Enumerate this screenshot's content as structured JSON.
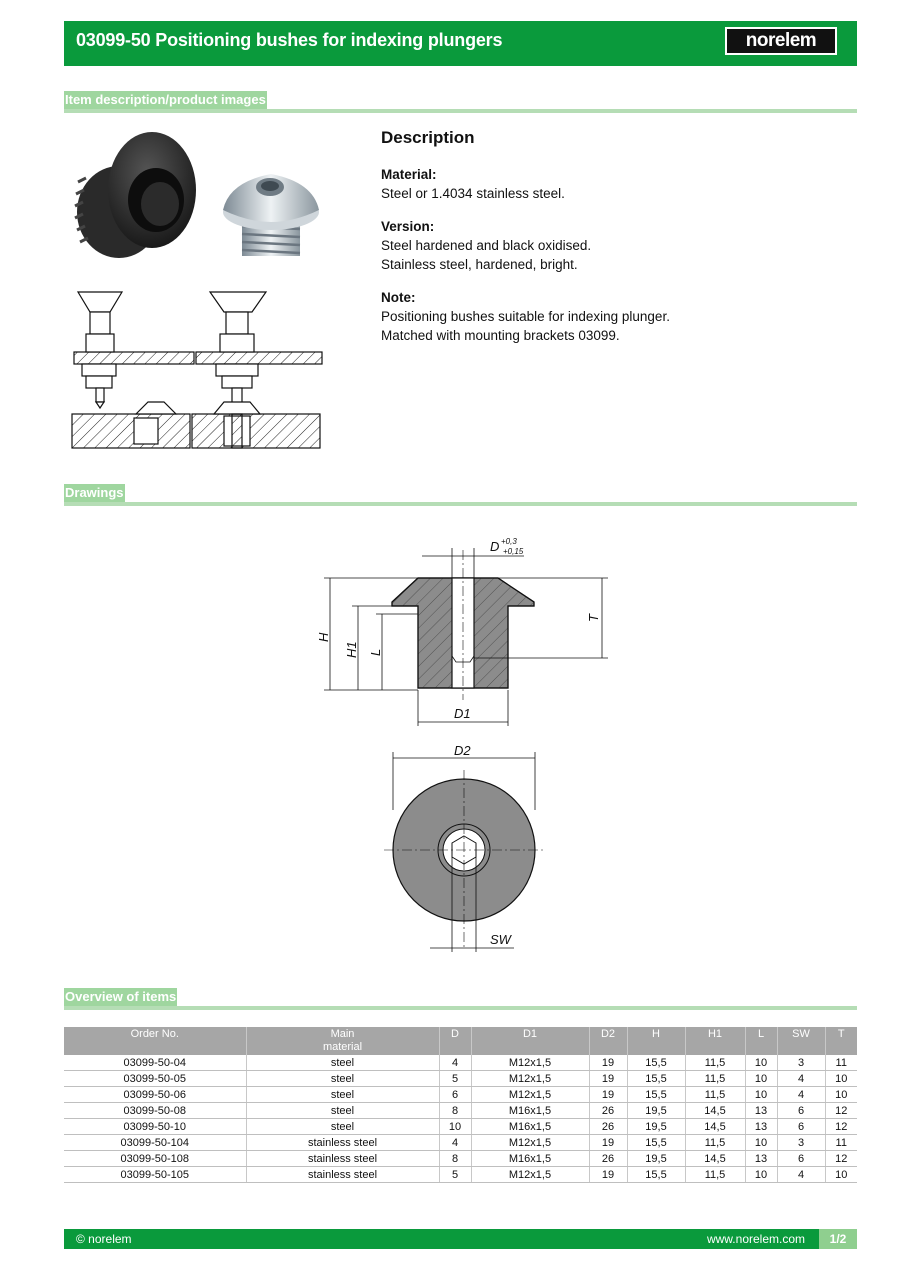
{
  "header": {
    "title": "03099-50 Positioning bushes for indexing plungers",
    "logo": "norelem"
  },
  "sections": {
    "images": "Item description/product images",
    "drawings": "Drawings",
    "overview": "Overview of items"
  },
  "description": {
    "title": "Description",
    "material_label": "Material:",
    "material_text": "Steel or 1.4034 stainless steel.",
    "version_label": "Version:",
    "version_line1": "Steel hardened and black oxidised.",
    "version_line2": "Stainless steel, hardened, bright.",
    "note_label": "Note:",
    "note_line1": "Positioning bushes suitable for indexing plunger.",
    "note_line2": "Matched with mounting brackets 03099."
  },
  "drawing": {
    "d_label": "D",
    "d_tol_upper": "+0,3",
    "d_tol_lower": "+0,15",
    "h_label": "H",
    "h1_label": "H1",
    "l_label": "L",
    "t_label": "T",
    "d1_label": "D1",
    "d2_label": "D2",
    "sw_label": "SW"
  },
  "table": {
    "headers": [
      "Order No.",
      "Main material",
      "D",
      "D1",
      "D2",
      "H",
      "H1",
      "L",
      "SW",
      "T"
    ],
    "rows": [
      [
        "03099-50-04",
        "steel",
        "4",
        "M12x1,5",
        "19",
        "15,5",
        "11,5",
        "10",
        "3",
        "11"
      ],
      [
        "03099-50-05",
        "steel",
        "5",
        "M12x1,5",
        "19",
        "15,5",
        "11,5",
        "10",
        "4",
        "10"
      ],
      [
        "03099-50-06",
        "steel",
        "6",
        "M12x1,5",
        "19",
        "15,5",
        "11,5",
        "10",
        "4",
        "10"
      ],
      [
        "03099-50-08",
        "steel",
        "8",
        "M16x1,5",
        "26",
        "19,5",
        "14,5",
        "13",
        "6",
        "12"
      ],
      [
        "03099-50-10",
        "steel",
        "10",
        "M16x1,5",
        "26",
        "19,5",
        "14,5",
        "13",
        "6",
        "12"
      ],
      [
        "03099-50-104",
        "stainless steel",
        "4",
        "M12x1,5",
        "19",
        "15,5",
        "11,5",
        "10",
        "3",
        "11"
      ],
      [
        "03099-50-108",
        "stainless steel",
        "8",
        "M16x1,5",
        "26",
        "19,5",
        "14,5",
        "13",
        "6",
        "12"
      ],
      [
        "03099-50-105",
        "stainless steel",
        "5",
        "M12x1,5",
        "19",
        "15,5",
        "11,5",
        "10",
        "4",
        "10"
      ]
    ]
  },
  "footer": {
    "copyright": "© norelem",
    "url": "www.norelem.com",
    "page": "1/2"
  },
  "colors": {
    "brand_green": "#0a9a3c",
    "section_green": "#9fd69f",
    "table_header": "#a6a6a6"
  }
}
